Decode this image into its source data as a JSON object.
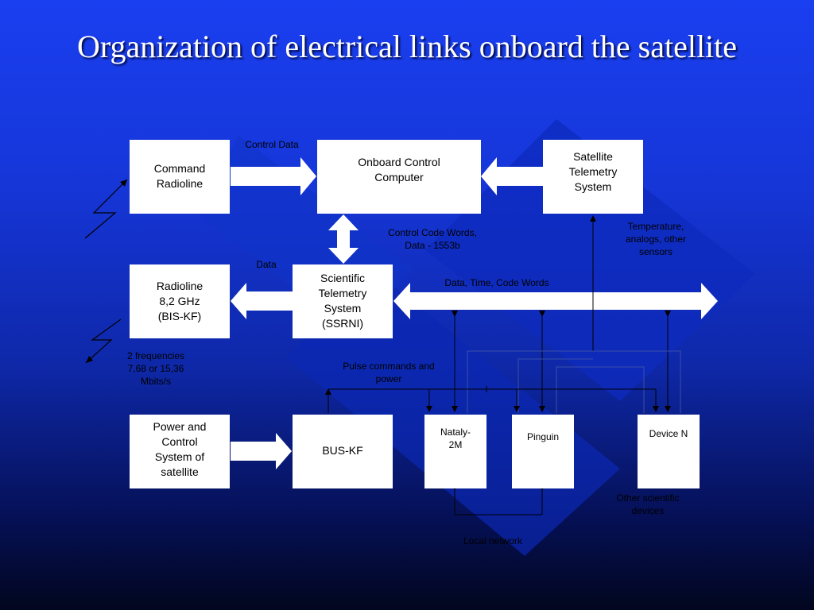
{
  "title": "Organization of electrical links onboard the satellite",
  "boxes": {
    "command_radioline": "Command\nRadioline",
    "onboard_computer": "Onboard Control\nComputer",
    "telemetry_system": "Satellite\nTelemetry\nSystem",
    "radioline": "Radioline\n8,2 GHz\n(BIS-KF)",
    "ssrni": "Scientific\nTelemetry\nSystem\n(SSRNI)",
    "power_control": "Power and\nControl\nSystem of\nsatellite",
    "bus_kf": "BUS-KF",
    "nataly": "Nataly-\n2M",
    "pinguin": "Pinguin",
    "device_n": "Device N"
  },
  "labels": {
    "control_data": "Control Data",
    "control_code_words": "Control Code Words,\nData  -  1553b",
    "sensors": "Temperature,\nanalogs, other\nsensors",
    "data": "Data",
    "data_time_code": "Data, Time, Code Words",
    "frequencies": "2 frequencies\n7,68 or 15,36\nMbits/s",
    "pulse_commands": "Pulse commands and\npower",
    "other_devices": "Other scientific\ndevices",
    "local_network": "Local network"
  }
}
